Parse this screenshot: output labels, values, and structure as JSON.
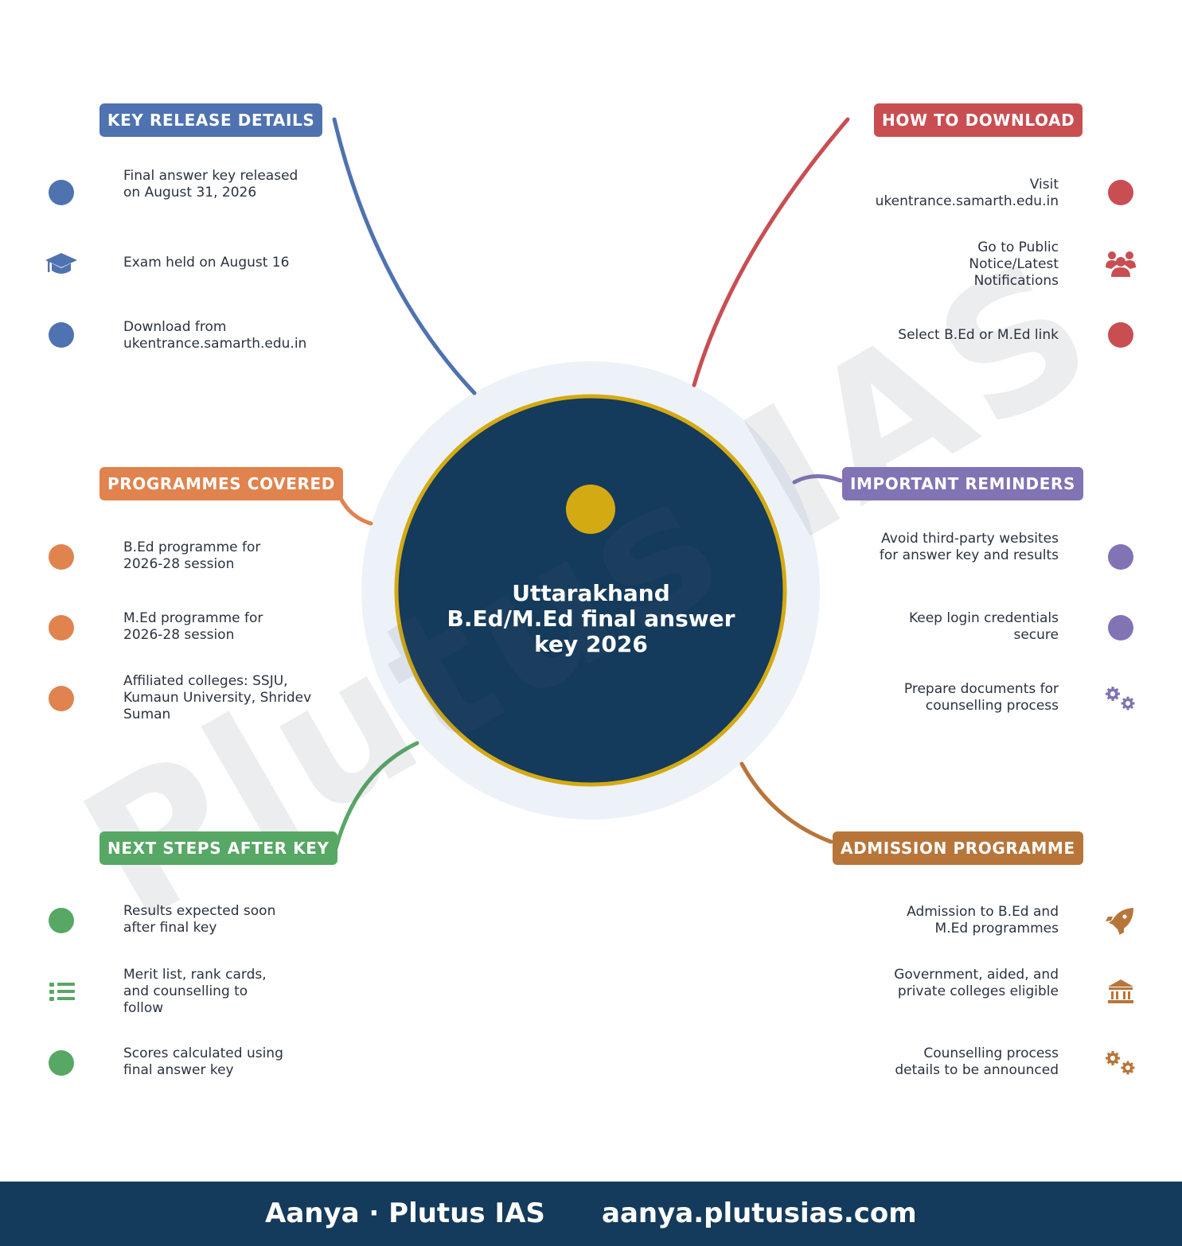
{
  "hub": {
    "title": "Uttarakhand B.Ed/M.Ed final answer key 2026"
  },
  "watermark": "Plutus IAS",
  "colors": {
    "navy": "#143a5c",
    "gold": "#d4aa12",
    "halo": "#edf2f9",
    "blue": "#4f72b0",
    "red": "#c84e52",
    "orange": "#e0834e",
    "purple": "#8173b4",
    "green": "#57a765",
    "brown": "#b8753a"
  },
  "branches": {
    "key_release": {
      "title": "KEY RELEASE DETAILS",
      "items": [
        {
          "text": "Final answer key released on August 31, 2026",
          "icon": "circle-dot-icon"
        },
        {
          "text": "Exam held on August 16",
          "icon": "graduation-cap-icon"
        },
        {
          "text": "Download from ukentrance.samarth.edu.in",
          "icon": "circle-dot-icon"
        }
      ]
    },
    "how_to_download": {
      "title": "HOW TO DOWNLOAD",
      "items": [
        {
          "text": "Visit ukentrance.samarth.edu.in",
          "icon": "circle-dot-icon"
        },
        {
          "text": "Go to Public Notice/Latest Notifications",
          "icon": "users-group-icon"
        },
        {
          "text": "Select B.Ed or M.Ed link",
          "icon": "circle-dot-icon"
        }
      ]
    },
    "programmes": {
      "title": "PROGRAMMES COVERED",
      "items": [
        {
          "text": "B.Ed programme for 2026-28 session",
          "icon": "circle-dot-icon"
        },
        {
          "text": "M.Ed programme for 2026-28 session",
          "icon": "circle-dot-icon"
        },
        {
          "text": "Affiliated colleges: SSJU, Kumaun University, Shridev Suman",
          "icon": "circle-dot-icon"
        }
      ]
    },
    "reminders": {
      "title": "IMPORTANT REMINDERS",
      "items": [
        {
          "text": "Avoid third-party websites for answer key and results",
          "icon": "circle-dot-icon"
        },
        {
          "text": "Keep login credentials secure",
          "icon": "circle-dot-icon"
        },
        {
          "text": "Prepare documents for counselling process",
          "icon": "gears-icon"
        }
      ]
    },
    "next_steps": {
      "title": "NEXT STEPS AFTER KEY",
      "items": [
        {
          "text": "Results expected soon after final key",
          "icon": "circle-dot-icon"
        },
        {
          "text": "Merit list, rank cards, and counselling to follow",
          "icon": "list-icon"
        },
        {
          "text": "Scores calculated using final answer key",
          "icon": "circle-dot-icon"
        }
      ]
    },
    "admission": {
      "title": "ADMISSION PROGRAMME",
      "items": [
        {
          "text": "Admission to B.Ed and M.Ed programmes",
          "icon": "rocket-icon"
        },
        {
          "text": "Government, aided, and private colleges eligible",
          "icon": "institution-icon"
        },
        {
          "text": "Counselling process details to be announced",
          "icon": "gears-icon"
        }
      ]
    }
  },
  "footer": {
    "author": "Aanya · Plutus IAS",
    "url": "aanya.plutusias.com"
  }
}
